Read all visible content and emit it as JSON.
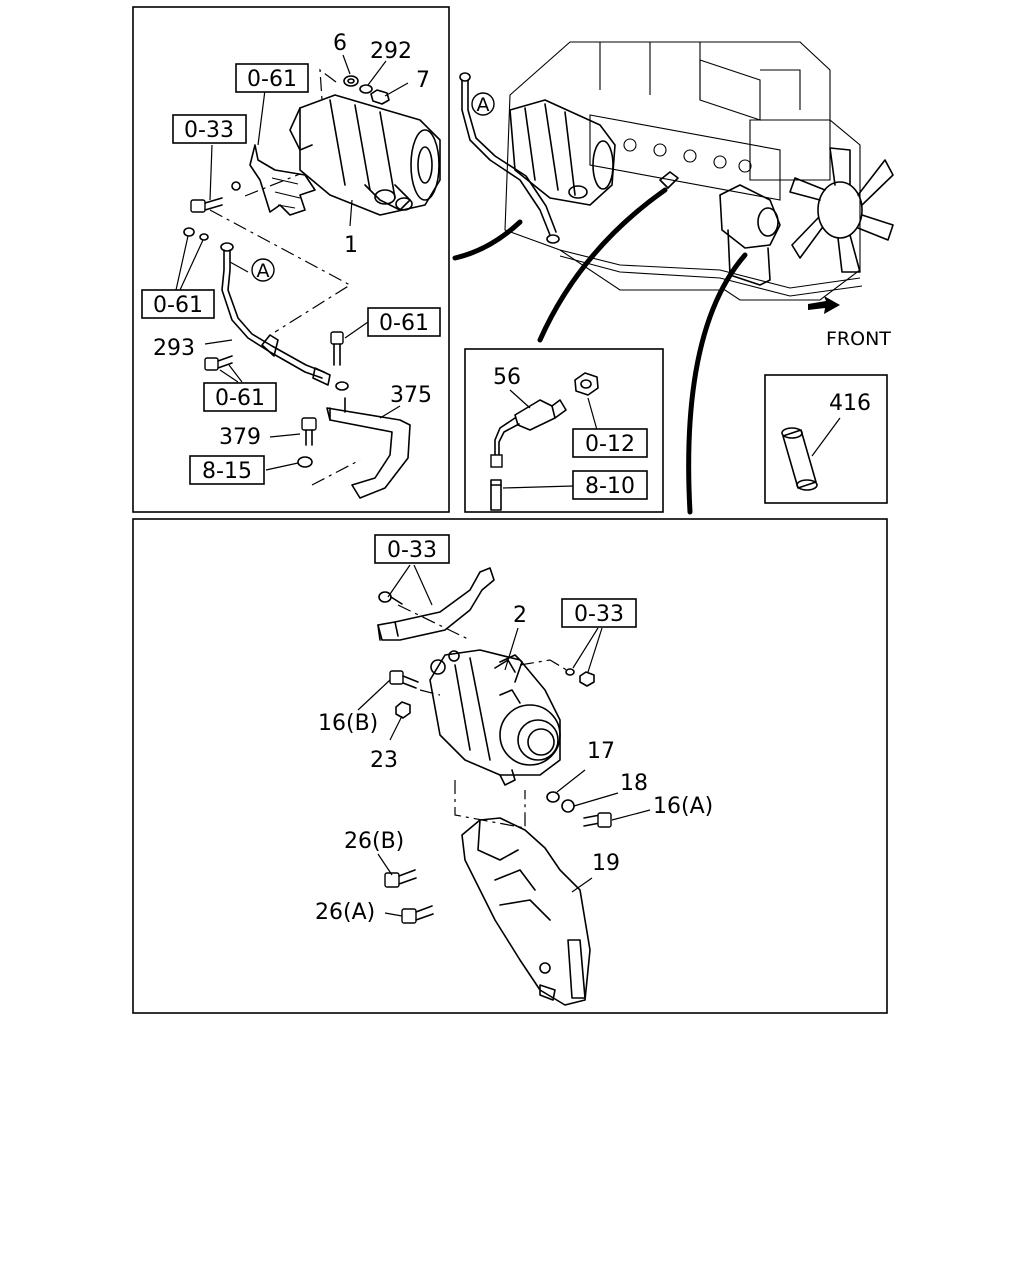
{
  "panel_starter": {
    "callouts": {
      "p6": "6",
      "p292": "292",
      "p7": "7",
      "p1": "1",
      "p293": "293",
      "p375": "375",
      "p379": "379"
    },
    "refs": {
      "r061_top": "0-61",
      "r033": "0-33",
      "r061_left": "0-61",
      "r061_right": "0-61",
      "r061_bottom": "0-61",
      "r815": "8-15"
    },
    "marker_a": "A"
  },
  "panel_engine": {
    "marker_a": "A",
    "front_label": "FRONT"
  },
  "panel_sensor": {
    "callouts": {
      "p56": "56"
    },
    "refs": {
      "r012": "0-12",
      "r810": "8-10"
    }
  },
  "panel_sleeve": {
    "callouts": {
      "p416": "416"
    }
  },
  "panel_alternator": {
    "callouts": {
      "p2": "2",
      "p16b": "16(B)",
      "p23": "23",
      "p17": "17",
      "p18": "18",
      "p16a": "16(A)",
      "p26b": "26(B)",
      "p26a": "26(A)",
      "p19": "19"
    },
    "refs": {
      "r033_top": "0-33",
      "r033_right": "0-33"
    }
  }
}
